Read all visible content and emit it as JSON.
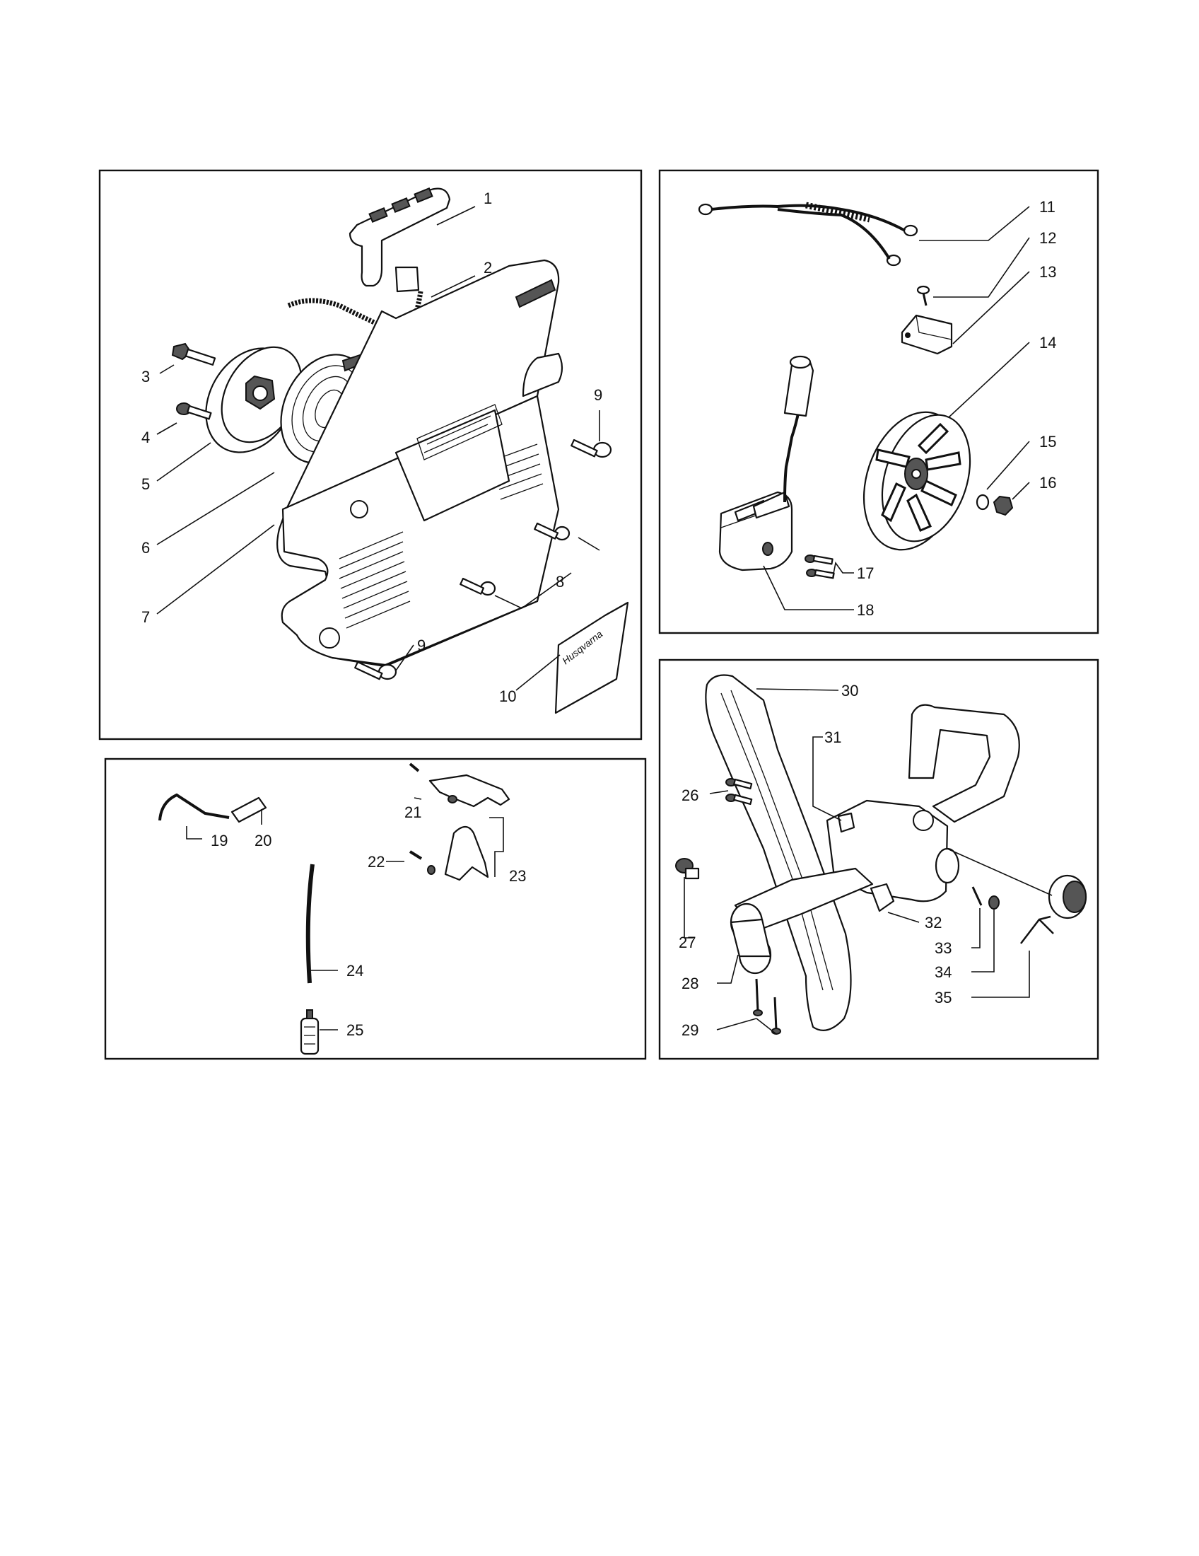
{
  "panels": [
    {
      "id": "starter",
      "callouts": [
        "1",
        "2",
        "3",
        "4",
        "5",
        "6",
        "7",
        "8",
        "9",
        "9",
        "10"
      ]
    },
    {
      "id": "ignition",
      "callouts": [
        "11",
        "12",
        "13",
        "14",
        "15",
        "16",
        "17",
        "18"
      ]
    },
    {
      "id": "controls",
      "callouts": [
        "19",
        "20",
        "21",
        "22",
        "23",
        "24",
        "25"
      ]
    },
    {
      "id": "handle",
      "callouts": [
        "26",
        "27",
        "28",
        "29",
        "30",
        "31",
        "32",
        "33",
        "34",
        "35"
      ]
    }
  ],
  "decal_text": "Husqvarna"
}
